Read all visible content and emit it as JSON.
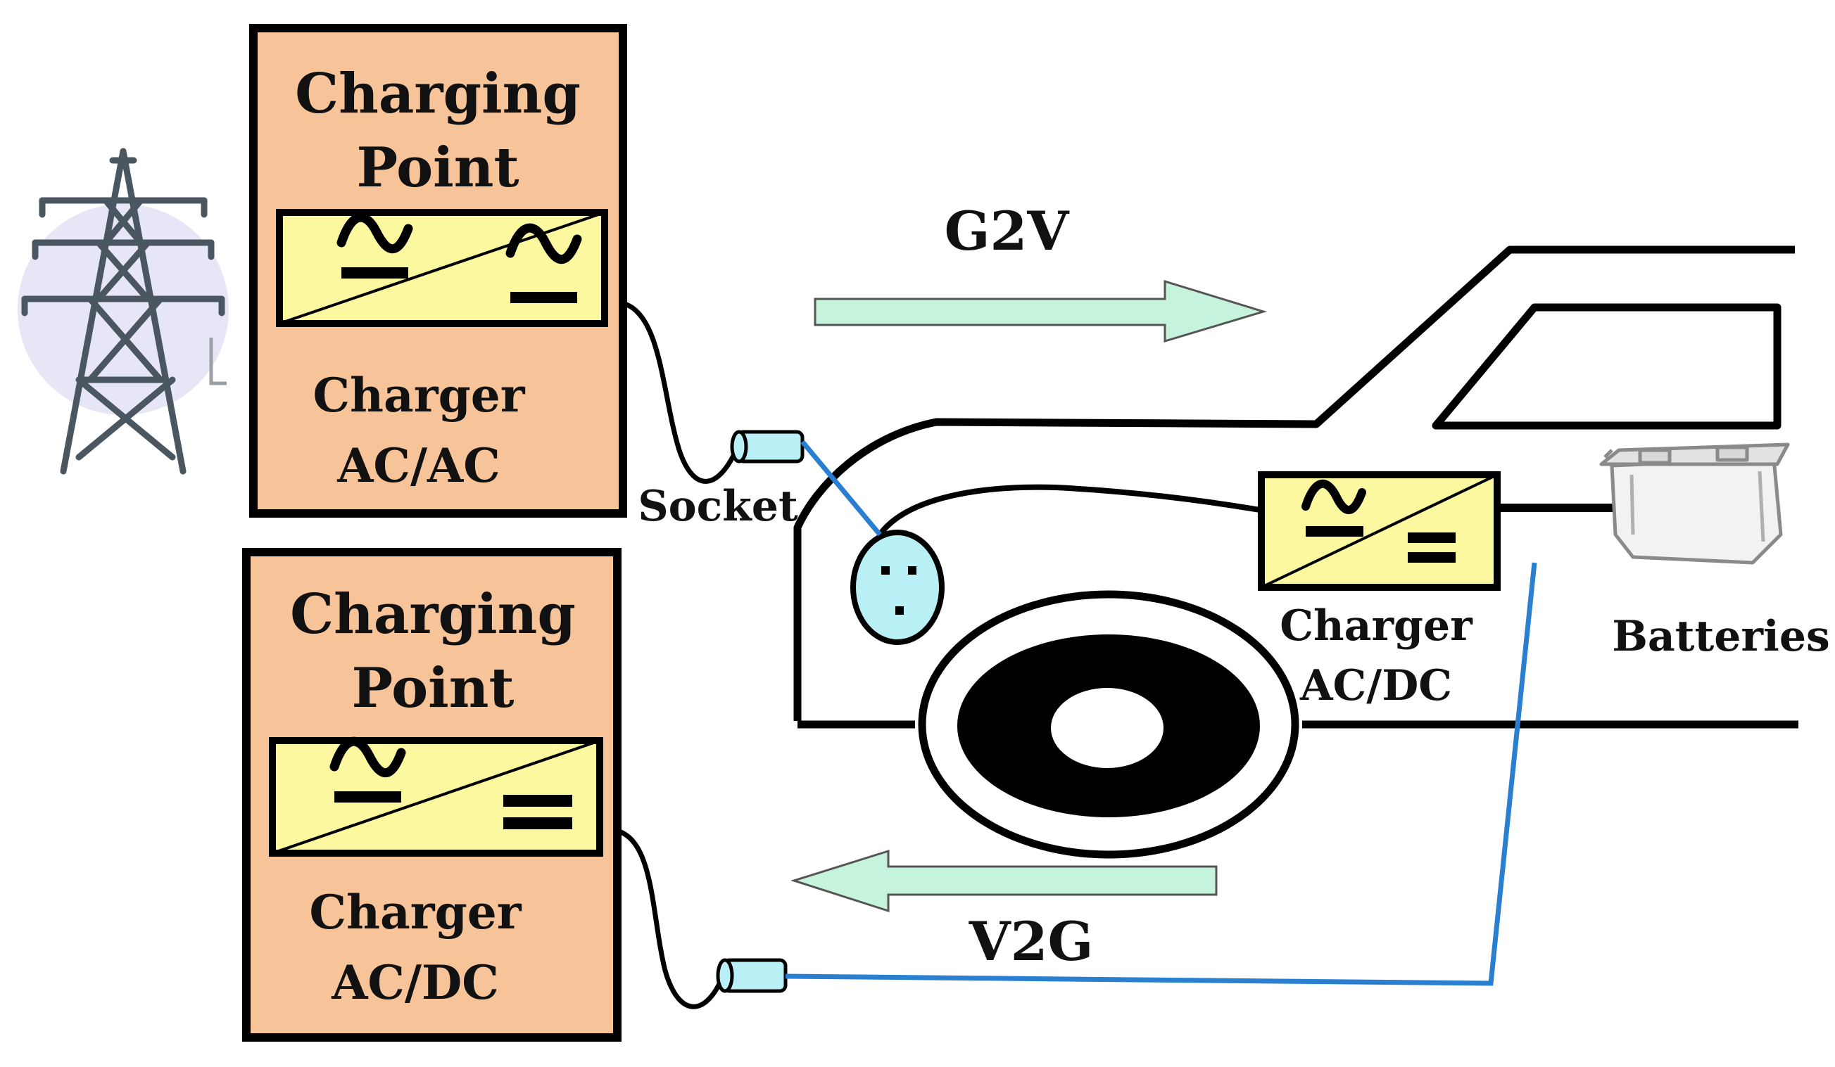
{
  "diagram": {
    "charging_point_ac": {
      "title_line1": "Charging",
      "title_line2": "Point",
      "charger_line1": "Charger",
      "charger_line2": "AC/AC"
    },
    "charging_point_dc": {
      "title_line1": "Charging",
      "title_line2": "Point",
      "charger_line1": "Charger",
      "charger_line2": "AC/DC"
    },
    "flows": {
      "g2v": "G2V",
      "v2g": "V2G"
    },
    "vehicle": {
      "socket_label": "Socket",
      "onboard_charger_line1": "Charger",
      "onboard_charger_line2": "AC/DC",
      "batteries_label": "Batteries"
    },
    "colors": {
      "charging_point_fill": "#f7c49a",
      "converter_fill": "#fbf8a0",
      "arrow_fill": "#c6f3dc",
      "cable_blue": "#2a7fd0",
      "socket_fill": "#b8f0f6"
    }
  }
}
